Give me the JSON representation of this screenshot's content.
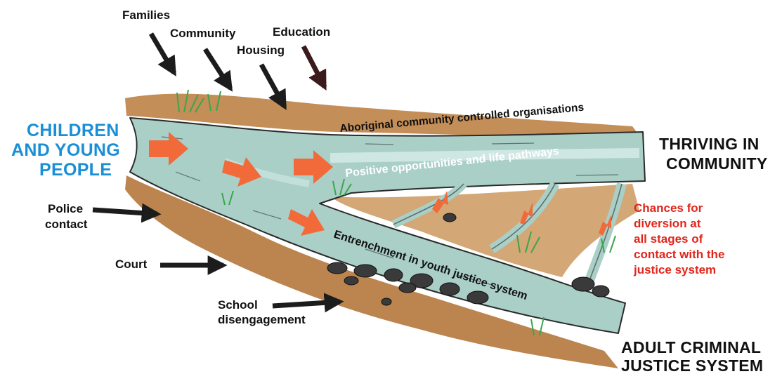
{
  "labels": {
    "families": "Families",
    "community": "Community",
    "housing": "Housing",
    "education": "Education",
    "children_line1": "CHILDREN",
    "children_line2": "AND YOUNG",
    "children_line3": "PEOPLE",
    "aboriginal_orgs": "Aboriginal community controlled organisations",
    "positive_pathways": "Positive opportunities and life pathways",
    "entrenchment": "Entrenchment in youth justice system",
    "thriving_line1": "THRIVING IN",
    "thriving_line2": "COMMUNITY",
    "adult_line1": "ADULT CRIMINAL",
    "adult_line2": "JUSTICE SYSTEM",
    "police_line1": "Police",
    "police_line2": "contact",
    "court": "Court",
    "school_line1": "School",
    "school_line2": "disengagement",
    "diversion_lines": [
      "Chances for",
      "diversion at",
      "all stages of",
      "contact with the",
      "justice system"
    ]
  },
  "colors": {
    "blue_heading": "#1a8fd6",
    "red_text": "#e0261b",
    "river": "#a9cfc7",
    "earth": "#b0702c",
    "flow_arrow": "#f26a3a"
  }
}
